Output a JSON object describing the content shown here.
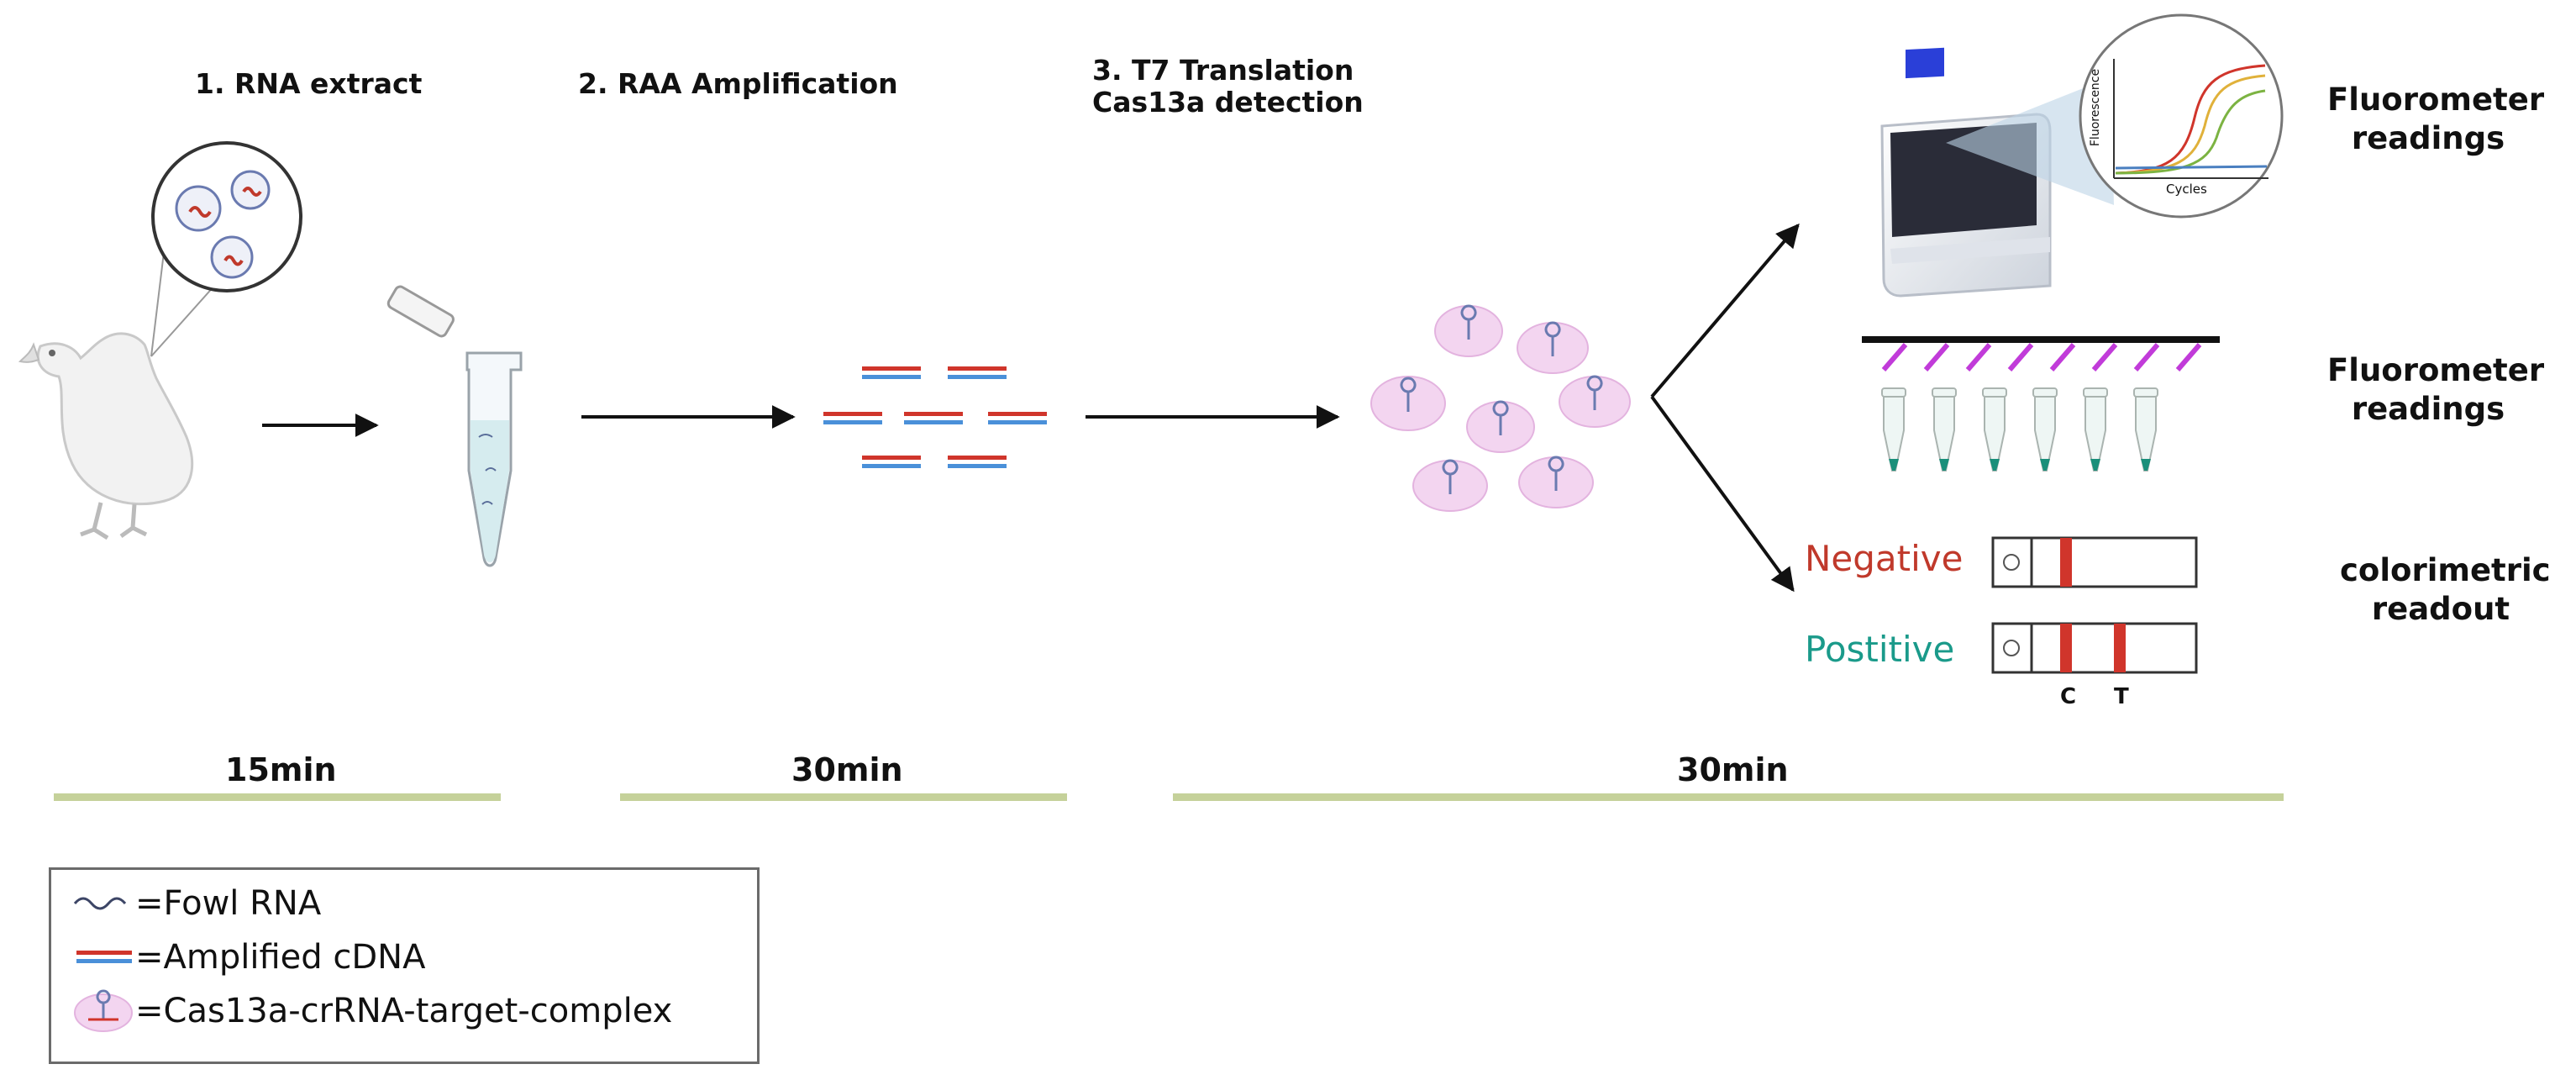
{
  "steps": {
    "step1": "1.  RNA   extract",
    "step2": "2. RAA  Amplification",
    "step3_line1": "3. T7 Translation",
    "step3_line2": "Cas13a detection"
  },
  "readouts": {
    "fluor1_line1": "Fluorometer",
    "fluor1_line2": "readings",
    "fluor2_line1": "Fluorometer",
    "fluor2_line2": "readings",
    "color_line1": "colorimetric",
    "color_line2": "readout"
  },
  "graph": {
    "ylabel": "Fluorescence",
    "xlabel": "Cycles"
  },
  "results": {
    "negative": "Negative",
    "positive": "Postitive",
    "control_mark": "C",
    "test_mark": "T"
  },
  "colors": {
    "negative": "#c0392b",
    "positive": "#1a9a8a",
    "timeline": "#c5d19a",
    "strip_band": "#d0352b",
    "magenta": "#c13bd9",
    "complex_fill": "#f3d5f0"
  },
  "timeline": {
    "t1": "15min",
    "t2": "30min",
    "t3": "30min"
  },
  "legend": {
    "rna": "=Fowl RNA",
    "cdna": "=Amplified cDNA",
    "complex": "=Cas13a-crRNA-target-complex"
  }
}
